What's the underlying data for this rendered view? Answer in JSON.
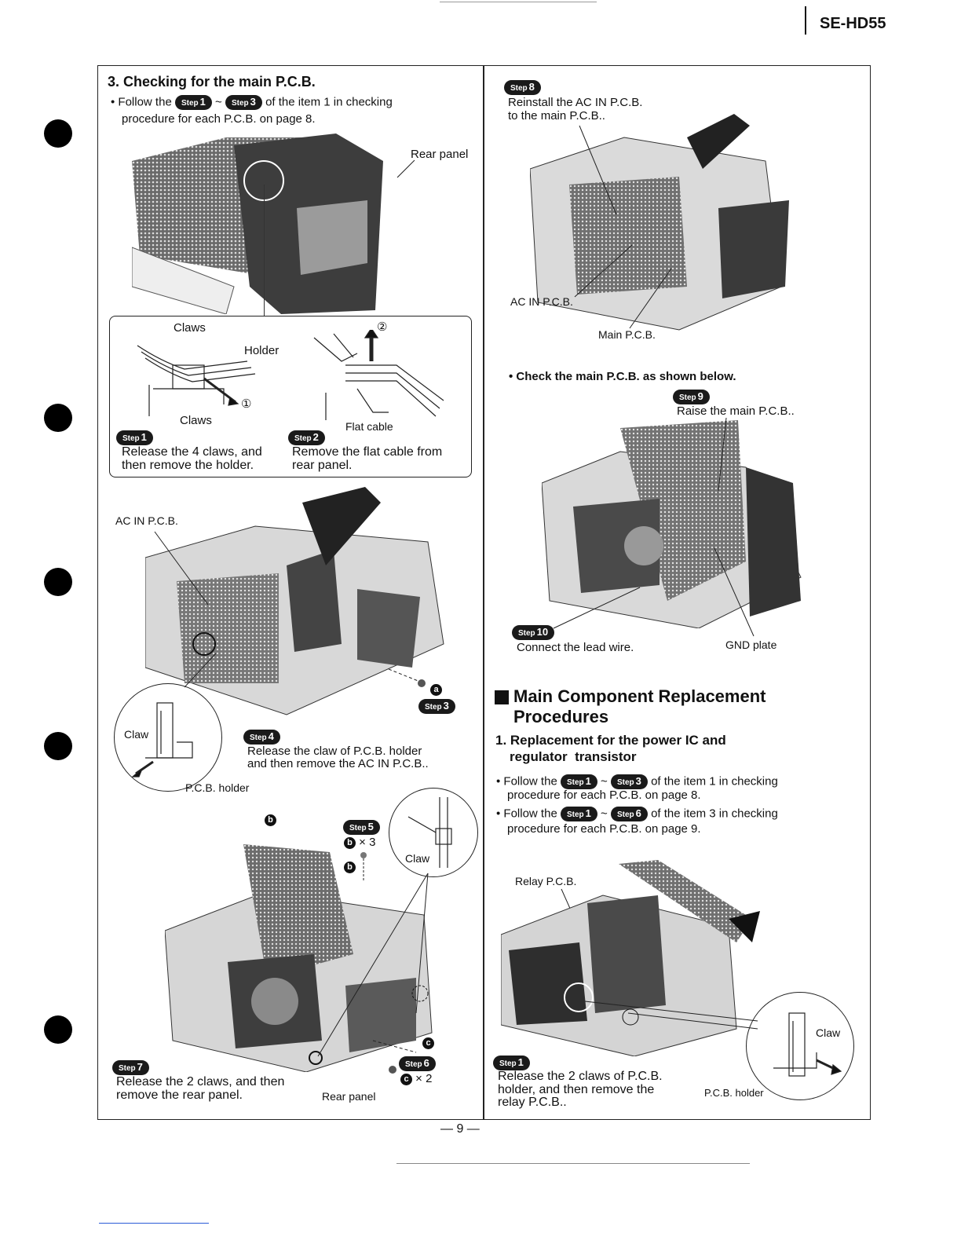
{
  "header": {
    "model": "SE-HD55"
  },
  "footer": {
    "page_number": "— 9 —"
  },
  "left": {
    "heading": "3. Checking for the main P.C.B.",
    "intro": {
      "prefix": "• Follow the",
      "from_step": "1",
      "tilde": "~",
      "to_step": "3",
      "suffix": "of the item 1 in checking",
      "line2": "procedure for each P.C.B. on page 8."
    },
    "photo1": {
      "rear_panel_label": "Rear panel"
    },
    "inset": {
      "claws_top": "Claws",
      "holder": "Holder",
      "claws_bottom": "Claws",
      "arrow1": "①",
      "arrow2": "②",
      "flat_cable": "Flat cable",
      "step1": {
        "num": "1",
        "line1": "Release the 4  claws, and",
        "line2": "then remove the holder."
      },
      "step2": {
        "num": "2",
        "line1": "Remove the flat cable from",
        "line2": "rear panel."
      }
    },
    "photo2": {
      "ac_in_label": "AC IN P.C.B.",
      "screw_letter": "a",
      "step3_num": "3",
      "claw_label": "Claw",
      "pcb_holder_label": "P.C.B. holder",
      "step4": {
        "num": "4",
        "line1": "Release the claw of P.C.B. holder",
        "line2": "and then remove the AC IN P.C.B.."
      }
    },
    "photo3": {
      "screw_b": "b",
      "step5_num": "5",
      "step5_qty": "× 3",
      "claw_label": "Claw",
      "screw_c": "c",
      "step6_num": "6",
      "step6_qty": "× 2",
      "step7": {
        "num": "7",
        "line1": "Release the 2 claws, and then",
        "line2": "remove the rear panel."
      },
      "rear_panel_label": "Rear panel"
    }
  },
  "right": {
    "step8": {
      "num": "8",
      "line1": "Reinstall the AC IN P.C.B.",
      "line2": "to the main P.C.B.."
    },
    "photo4": {
      "ac_in_label": "AC IN P.C.B.",
      "main_label": "Main P.C.B."
    },
    "check_line": "• Check the main P.C.B. as shown below.",
    "step9": {
      "num": "9",
      "text": "Raise the main P.C.B.."
    },
    "step10": {
      "num": "10",
      "text": "Connect the lead wire."
    },
    "gnd_label": "GND plate",
    "section_title_1": "Main Component Replacement",
    "section_title_2": "Procedures",
    "sub_heading_1": "1. Replacement for the power IC and",
    "sub_heading_2": "regulator  transistor",
    "follow1": {
      "prefix": "• Follow the",
      "from_step": "1",
      "tilde": "~",
      "to_step": "3",
      "suffix": "of the item 1 in checking",
      "line2": "procedure for each P.C.B. on page 8."
    },
    "follow2": {
      "prefix": "• Follow the",
      "from_step": "1",
      "tilde": "~",
      "to_step": "6",
      "suffix": "of the item 3 in checking",
      "line2": "procedure for each P.C.B. on page 9."
    },
    "photo5": {
      "relay_label": "Relay P.C.B.",
      "claw_label": "Claw",
      "pcb_holder_label": "P.C.B. holder",
      "step1": {
        "num": "1",
        "line1": "Release the 2 claws of P.C.B.",
        "line2": "holder, and then remove the",
        "line3": "relay P.C.B.."
      }
    }
  },
  "step_word": "Step"
}
